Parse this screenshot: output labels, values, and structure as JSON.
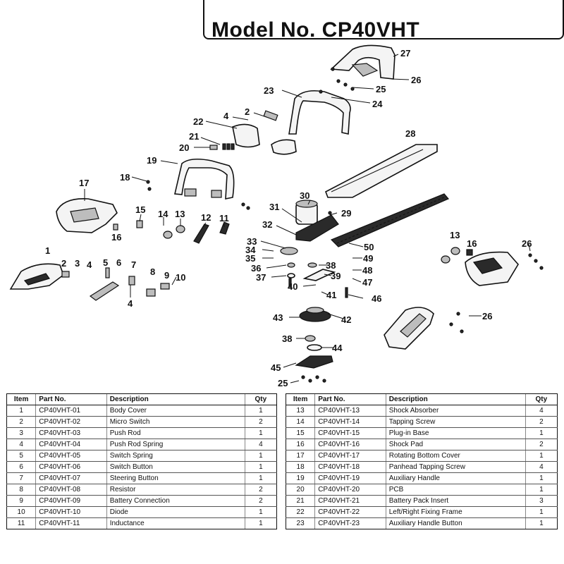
{
  "header": {
    "title": "Model No. CP40VHT"
  },
  "callouts": [
    "1",
    "2",
    "3",
    "4",
    "4",
    "5",
    "6",
    "7",
    "8",
    "9",
    "10",
    "11",
    "12",
    "13",
    "13",
    "14",
    "15",
    "16",
    "16",
    "17",
    "18",
    "19",
    "20",
    "21",
    "22",
    "2",
    "4",
    "23",
    "24",
    "25",
    "25",
    "26",
    "26",
    "26",
    "27",
    "28",
    "29",
    "30",
    "31",
    "32",
    "33",
    "34",
    "35",
    "36",
    "37",
    "38",
    "38",
    "39",
    "40",
    "41",
    "42",
    "43",
    "44",
    "45",
    "46",
    "47",
    "48",
    "49",
    "50"
  ],
  "table": {
    "headers": [
      "Item",
      "Part No.",
      "Description",
      "Qty"
    ],
    "left_rows": [
      {
        "item": "1",
        "part": "CP40VHT-01",
        "desc": "Body Cover",
        "qty": "1"
      },
      {
        "item": "2",
        "part": "CP40VHT-02",
        "desc": "Micro Switch",
        "qty": "2"
      },
      {
        "item": "3",
        "part": "CP40VHT-03",
        "desc": "Push Rod",
        "qty": "1"
      },
      {
        "item": "4",
        "part": "CP40VHT-04",
        "desc": "Push Rod Spring",
        "qty": "4"
      },
      {
        "item": "5",
        "part": "CP40VHT-05",
        "desc": "Switch Spring",
        "qty": "1"
      },
      {
        "item": "6",
        "part": "CP40VHT-06",
        "desc": "Switch Button",
        "qty": "1"
      },
      {
        "item": "7",
        "part": "CP40VHT-07",
        "desc": "Steering Button",
        "qty": "1"
      },
      {
        "item": "8",
        "part": "CP40VHT-08",
        "desc": "Resistor",
        "qty": "2"
      },
      {
        "item": "9",
        "part": "CP40VHT-09",
        "desc": "Battery Connection",
        "qty": "2"
      },
      {
        "item": "10",
        "part": "CP40VHT-10",
        "desc": "Diode",
        "qty": "1"
      },
      {
        "item": "11",
        "part": "CP40VHT-11",
        "desc": "Inductance",
        "qty": "1"
      }
    ],
    "right_rows": [
      {
        "item": "13",
        "part": "CP40VHT-13",
        "desc": "Shock Absorber",
        "qty": "4"
      },
      {
        "item": "14",
        "part": "CP40VHT-14",
        "desc": "Tapping Screw",
        "qty": "2"
      },
      {
        "item": "15",
        "part": "CP40VHT-15",
        "desc": "Plug-in Base",
        "qty": "1"
      },
      {
        "item": "16",
        "part": "CP40VHT-16",
        "desc": "Shock Pad",
        "qty": "2"
      },
      {
        "item": "17",
        "part": "CP40VHT-17",
        "desc": "Rotating Bottom Cover",
        "qty": "1"
      },
      {
        "item": "18",
        "part": "CP40VHT-18",
        "desc": "Panhead Tapping Screw",
        "qty": "4"
      },
      {
        "item": "19",
        "part": "CP40VHT-19",
        "desc": "Auxiliary Handle",
        "qty": "1"
      },
      {
        "item": "20",
        "part": "CP40VHT-20",
        "desc": "PCB",
        "qty": "1"
      },
      {
        "item": "21",
        "part": "CP40VHT-21",
        "desc": "Battery Pack Insert",
        "qty": "3"
      },
      {
        "item": "22",
        "part": "CP40VHT-22",
        "desc": "Left/Right Fixing Frame",
        "qty": "1"
      },
      {
        "item": "23",
        "part": "CP40VHT-23",
        "desc": "Auxiliary Handle Button",
        "qty": "1"
      }
    ]
  }
}
